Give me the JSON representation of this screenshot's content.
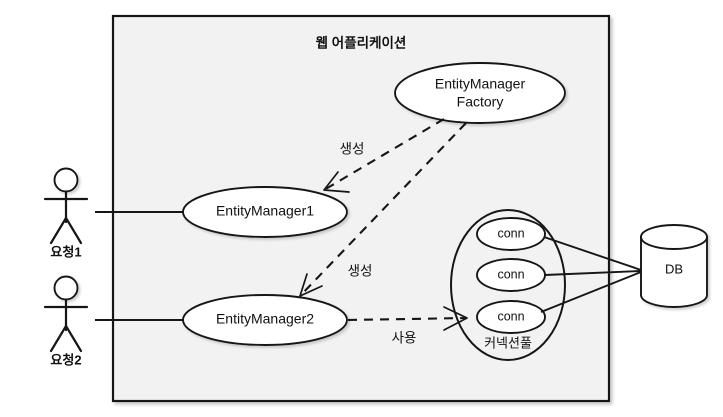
{
  "diagram": {
    "kind": "uml-usecase-diagram",
    "boundary": {
      "title": "웹 어플리케이션"
    },
    "actors": [
      {
        "id": "actor1",
        "label": "요청1"
      },
      {
        "id": "actor2",
        "label": "요청2"
      }
    ],
    "nodes": [
      {
        "id": "emf",
        "label_line1": "EntityManager",
        "label_line2": "Factory"
      },
      {
        "id": "em1",
        "label": "EntityManager1"
      },
      {
        "id": "em2",
        "label": "EntityManager2"
      }
    ],
    "pool": {
      "label": "커넥션풀",
      "connections": [
        {
          "id": "conn1",
          "label": "conn"
        },
        {
          "id": "conn2",
          "label": "conn"
        },
        {
          "id": "conn3",
          "label": "conn"
        }
      ]
    },
    "database": {
      "label": "DB"
    },
    "edges": [
      {
        "id": "emf-to-em1",
        "label": "생성",
        "style": "dashed",
        "from": "emf",
        "to": "em1"
      },
      {
        "id": "emf-to-em2",
        "label": "생성",
        "style": "dashed",
        "from": "emf",
        "to": "em2"
      },
      {
        "id": "em2-to-pool",
        "label": "사용",
        "style": "dashed",
        "from": "em2",
        "to": "conn3"
      },
      {
        "id": "actor1-to-em1",
        "label": "",
        "style": "solid",
        "from": "actor1",
        "to": "em1"
      },
      {
        "id": "actor2-to-em2",
        "label": "",
        "style": "solid",
        "from": "actor2",
        "to": "em2"
      },
      {
        "id": "conn1-to-db",
        "label": "",
        "style": "solid",
        "from": "conn1",
        "to": "database"
      },
      {
        "id": "conn2-to-db",
        "label": "",
        "style": "solid",
        "from": "conn2",
        "to": "database"
      },
      {
        "id": "conn3-to-db",
        "label": "",
        "style": "solid",
        "from": "conn3",
        "to": "database"
      }
    ],
    "colors": {
      "background": "#ffffff",
      "boundary_fill": "#f2f2f2",
      "shape_fill": "#ffffff",
      "stroke": "#161616",
      "text": "#111111"
    }
  }
}
